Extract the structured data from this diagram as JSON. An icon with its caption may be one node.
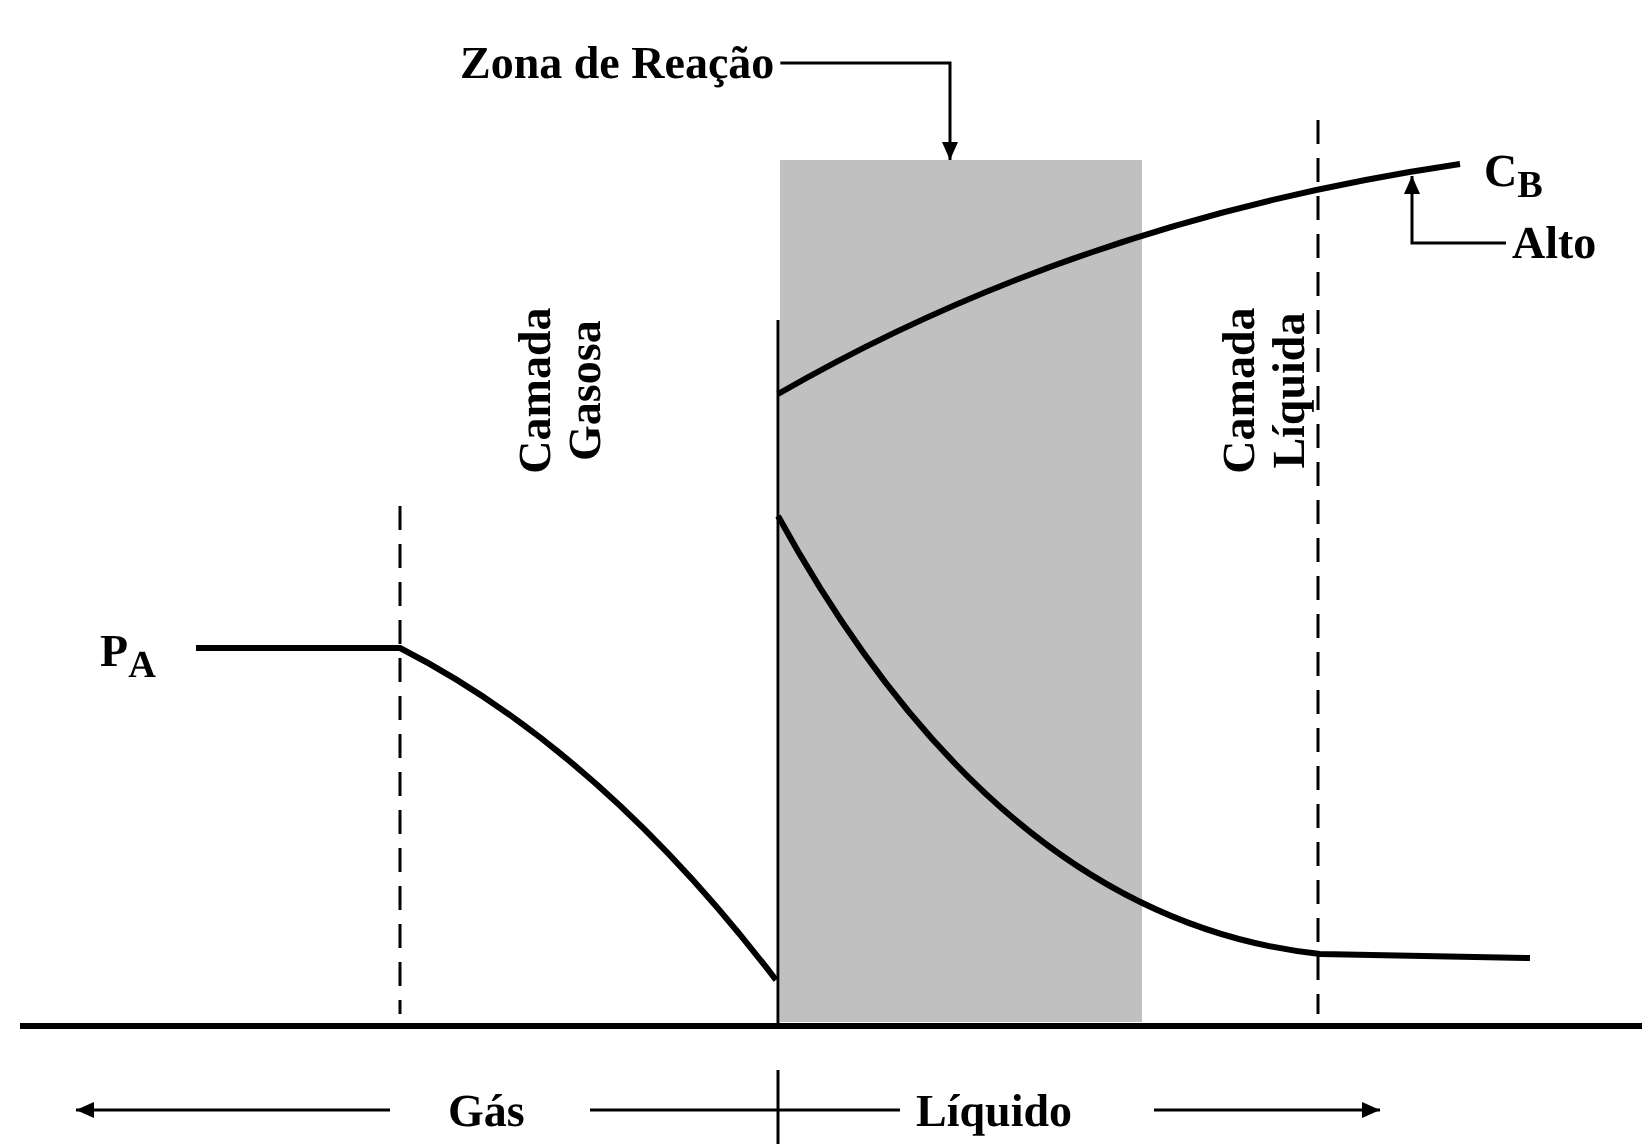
{
  "diagram": {
    "nodes": [
      {
        "text": [
          "Zona de Reação"
        ]
      },
      {
        "text": [],
        "shape": "box"
      },
      {
        "text": [
          "Alto"
        ]
      },
      {
        "text": [],
        "shape": "line"
      }
    ],
    "edges": [
      {
        "from": 0,
        "to": 1,
        "arrow": "to"
      },
      {
        "from": 2,
        "to": 3,
        "arrow": "to"
      }
    ],
    "labels": [
      "Camada Gasosa",
      "Camada Líquida",
      "P$_{A}$",
      "C$_{B}$",
      "Gás",
      "Líquido"
    ]
  }
}
